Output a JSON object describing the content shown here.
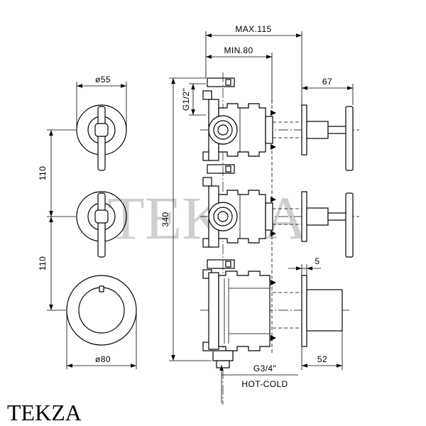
{
  "brand": {
    "logo_text": "TEKZA",
    "watermark": "TEKZA"
  },
  "front_view": {
    "diameter_small": "ø55",
    "spacing_upper": "110",
    "spacing_lower": "110",
    "diameter_large": "ø80"
  },
  "side_view": {
    "overall_height": "340",
    "inlet_thread": "G1/2\"",
    "max_depth": "MAX.115",
    "min_depth": "MIN.80",
    "lever_projection": "67",
    "plate_thickness": "5",
    "knob_projection": "52",
    "outlet_thread": "G3/4\"",
    "outlet_label": "HOT-COLD"
  },
  "colors": {
    "line": "#000000",
    "watermark": "#cfcfcf",
    "background": "#ffffff"
  }
}
